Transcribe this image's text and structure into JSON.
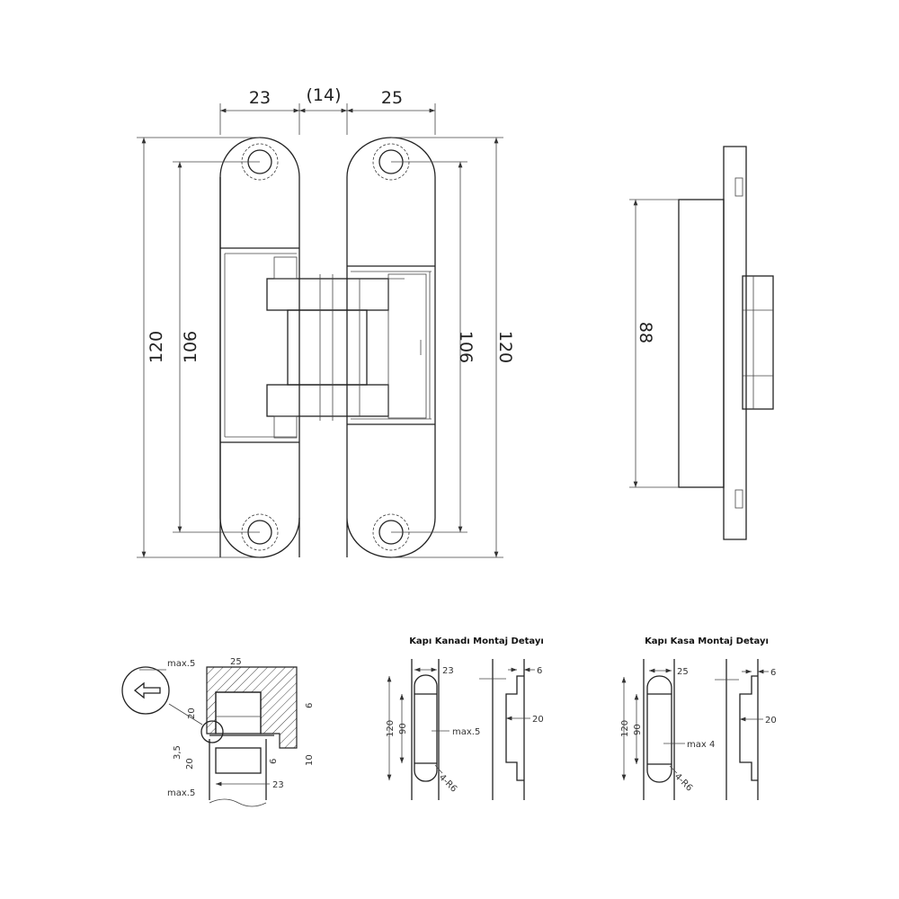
{
  "main_view": {
    "dim_left_leaf_width": "23",
    "dim_gap": "(14)",
    "dim_right_leaf_width": "25",
    "dim_total_height_left": "120",
    "dim_hole_spacing_left": "106",
    "dim_hole_spacing_right": "106",
    "dim_total_height_right": "120"
  },
  "side_view": {
    "dim_body_height": "88"
  },
  "section_detail": {
    "max_top": "max.5",
    "dim_25": "25",
    "dim_20_top": "20",
    "dim_6_right": "6",
    "dim_3_5": "3,5",
    "dim_6_mid": "6",
    "dim_10": "10",
    "dim_20_bottom": "20",
    "dim_23": "23",
    "max_bottom": "max.5"
  },
  "door_leaf_detail": {
    "title": "Kapı Kanadı Montaj Detayı",
    "width": "23",
    "length": "120",
    "inner": "90",
    "max": "max.5",
    "radius": "4-R6",
    "depth_6": "6",
    "depth_20": "20"
  },
  "door_frame_detail": {
    "title": "Kapı Kasa Montaj Detayı",
    "width": "25",
    "length": "120",
    "inner": "90",
    "max": "max 4",
    "radius": "4-R6",
    "depth_6": "6",
    "depth_20": "20"
  }
}
